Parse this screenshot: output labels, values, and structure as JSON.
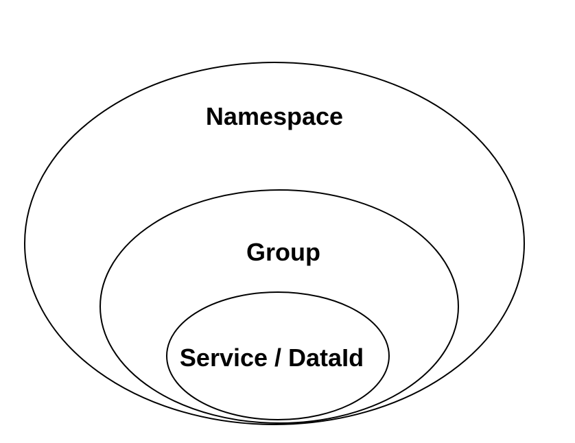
{
  "diagram": {
    "type": "nested-ellipses",
    "description": "Containment hierarchy of three nested ovals, all tangent at the bottom center",
    "colors": {
      "background": "#ffffff",
      "stroke": "#000000",
      "text": "#000000"
    },
    "levels": [
      {
        "label": "Namespace",
        "depth": 0,
        "contains": "Group"
      },
      {
        "label": "Group",
        "depth": 1,
        "contains": "Service / DataId"
      },
      {
        "label": "Service / DataId",
        "depth": 2,
        "contains": null
      }
    ]
  }
}
